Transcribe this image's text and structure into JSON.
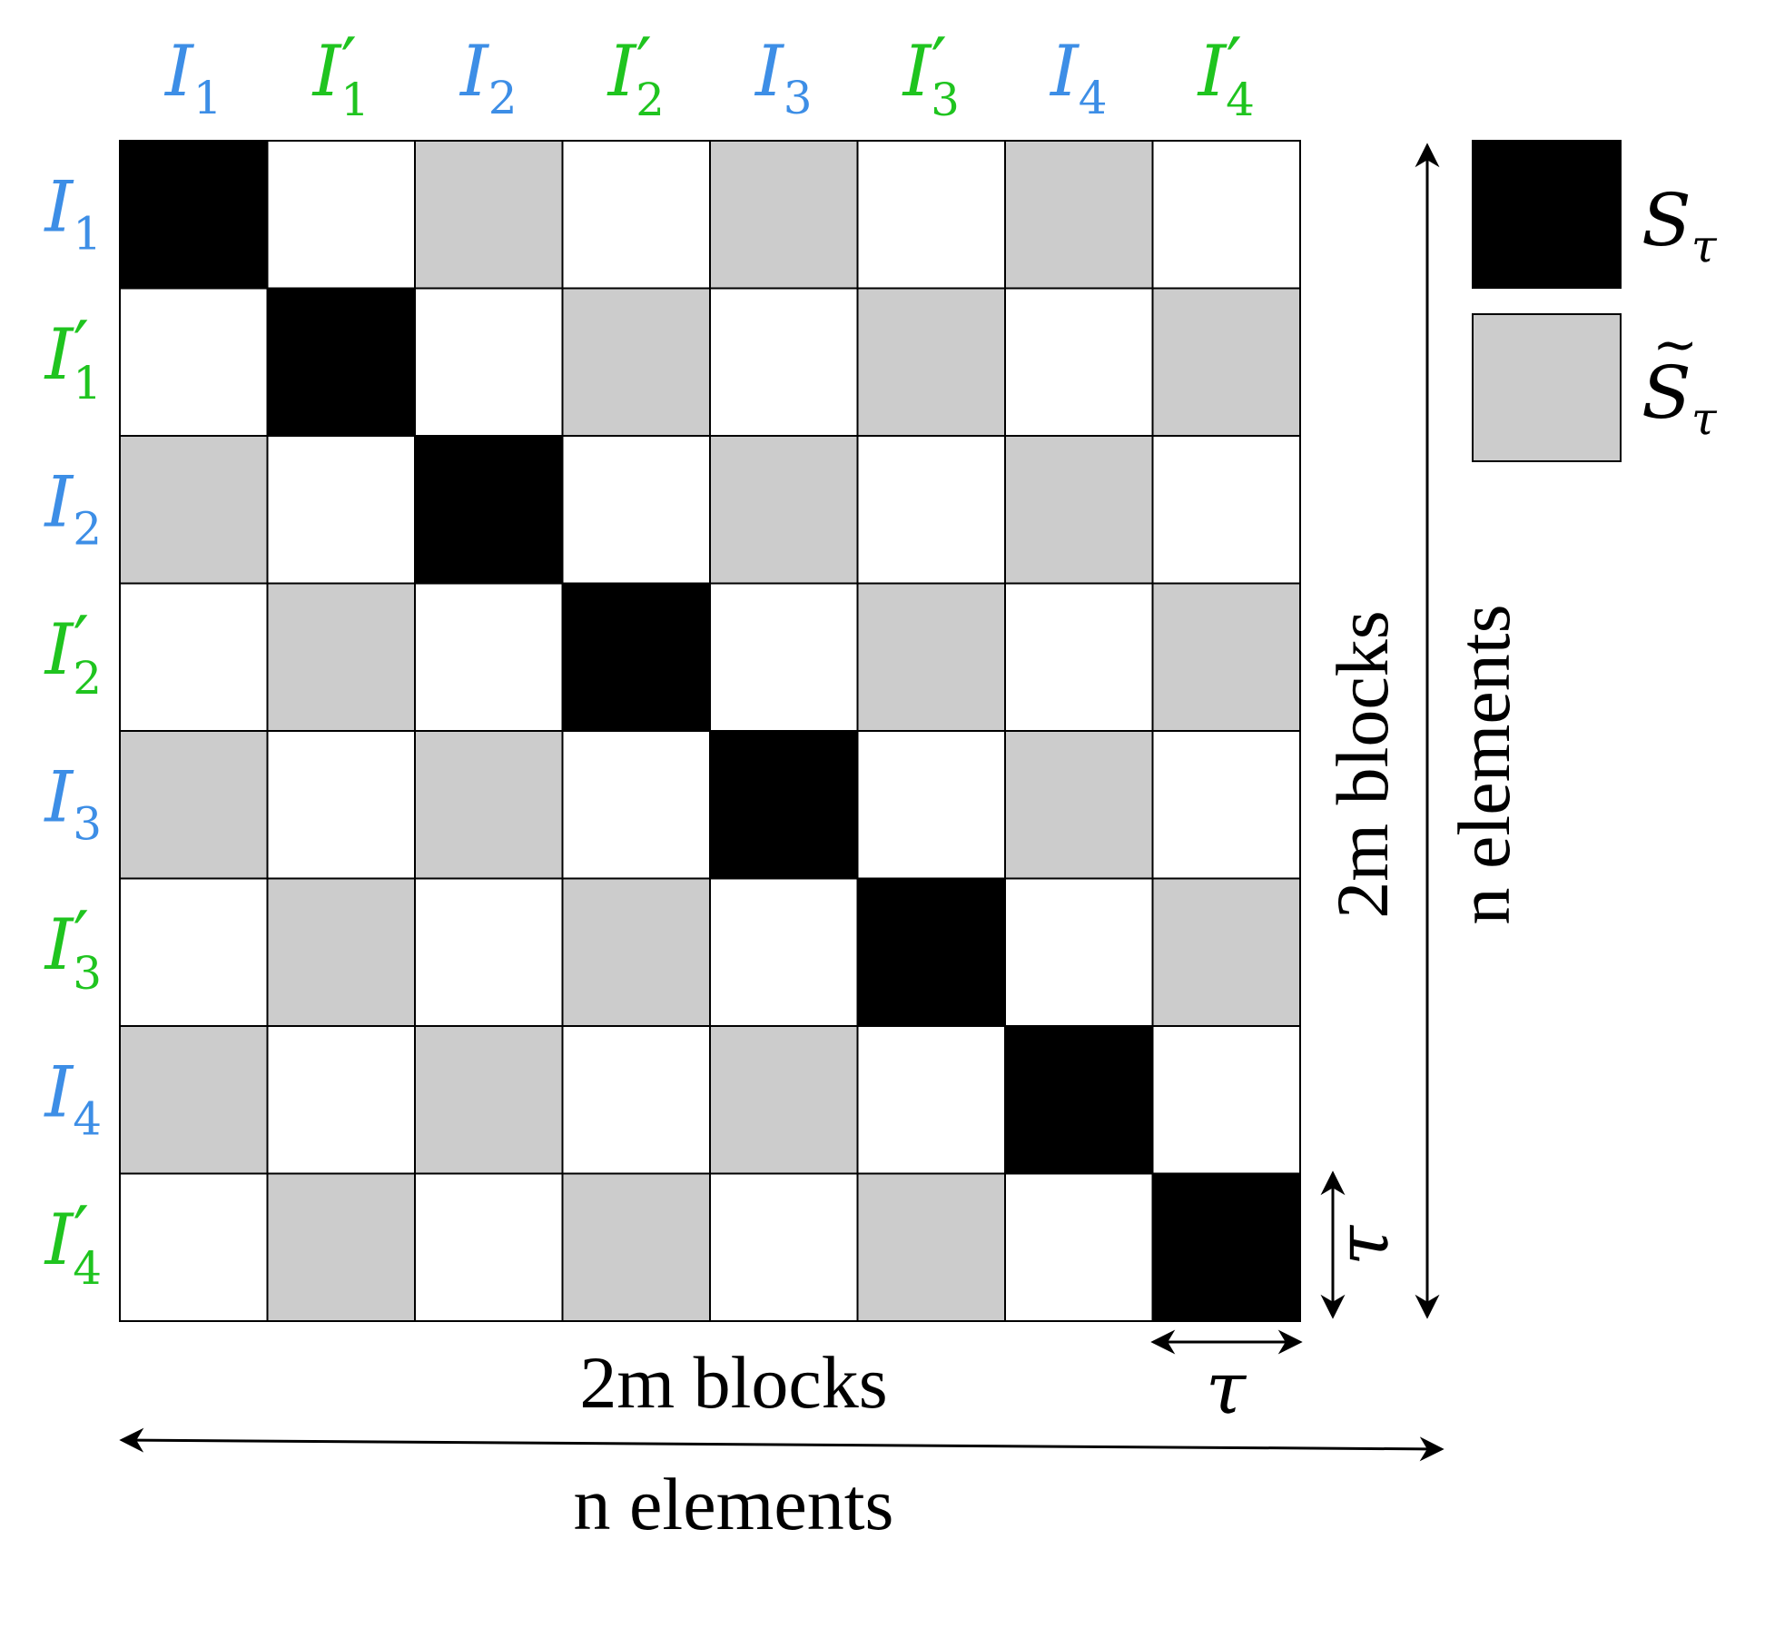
{
  "colors": {
    "blue_label": "#3d8ee6",
    "green_label": "#1fc41f",
    "diag_block": "#000000",
    "gray_block": "#cccccc",
    "white_block": "#ffffff",
    "grid_line": "#000000"
  },
  "block_labels": [
    {
      "base": "I",
      "prime": "",
      "sub": "1",
      "color": "blue"
    },
    {
      "base": "I",
      "prime": "′",
      "sub": "1",
      "color": "green"
    },
    {
      "base": "I",
      "prime": "",
      "sub": "2",
      "color": "blue"
    },
    {
      "base": "I",
      "prime": "′",
      "sub": "2",
      "color": "green"
    },
    {
      "base": "I",
      "prime": "",
      "sub": "3",
      "color": "blue"
    },
    {
      "base": "I",
      "prime": "′",
      "sub": "3",
      "color": "green"
    },
    {
      "base": "I",
      "prime": "",
      "sub": "4",
      "color": "blue"
    },
    {
      "base": "I",
      "prime": "′",
      "sub": "4",
      "color": "green"
    }
  ],
  "matrix": [
    [
      2,
      0,
      1,
      0,
      1,
      0,
      1,
      0
    ],
    [
      0,
      2,
      0,
      1,
      0,
      1,
      0,
      1
    ],
    [
      1,
      0,
      2,
      0,
      1,
      0,
      1,
      0
    ],
    [
      0,
      1,
      0,
      2,
      0,
      1,
      0,
      1
    ],
    [
      1,
      0,
      1,
      0,
      2,
      0,
      1,
      0
    ],
    [
      0,
      1,
      0,
      1,
      0,
      2,
      0,
      1
    ],
    [
      1,
      0,
      1,
      0,
      1,
      0,
      2,
      0
    ],
    [
      0,
      1,
      0,
      1,
      0,
      1,
      0,
      2
    ]
  ],
  "legend": {
    "items": [
      {
        "symbol": "S",
        "tilde": false,
        "sub": "τ",
        "fill": "black"
      },
      {
        "symbol": "S",
        "tilde": true,
        "sub": "τ",
        "fill": "gray"
      }
    ]
  },
  "annotations": {
    "blocks_label": "2m blocks",
    "elements_label": "n elements",
    "tau": "τ"
  }
}
